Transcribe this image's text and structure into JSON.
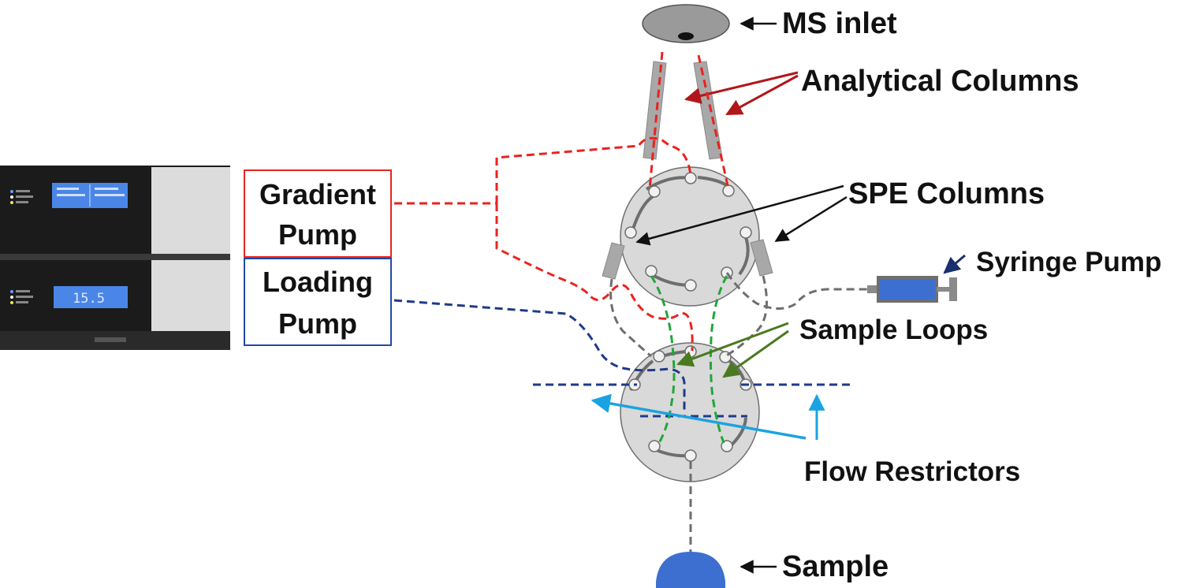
{
  "labels": {
    "ms_inlet": "MS inlet",
    "analytical_columns": "Analytical Columns",
    "spe_columns": "SPE Columns",
    "syringe_pump": "Syringe Pump",
    "sample_loops": "Sample Loops",
    "flow_restrictors": "Flow Restrictors",
    "sample": "Sample",
    "gradient_pump_line1": "Gradient",
    "gradient_pump_line2": "Pump",
    "loading_pump_line1": "Loading",
    "loading_pump_line2": "Pump"
  },
  "instrument": {
    "lower_display_value": "15.5"
  },
  "colors": {
    "gradient_line": "#e8231f",
    "loading_line": "#1f3a8a",
    "sample_loop_line": "#22a63a",
    "gray_line": "#6e6e6e",
    "analytical_arrow": "#b0171b",
    "sample_loop_arrow": "#4a7a1f",
    "flow_restrictor_arrow": "#1aa3e0",
    "syringe_arrow": "#1a2f6e",
    "valve_fill": "#d9d9d9",
    "sample_fill": "#3d6fd0",
    "syringe_body": "#3d6fd0",
    "gradient_box_border": "#e8231f",
    "loading_box_border": "#1f4aa8"
  },
  "icons": {
    "ms_inlet": "ms-inlet-disc",
    "sample": "sample-vial-dome",
    "syringe": "syringe-pump-icon",
    "instrument": "hplc-pump-stack-photo"
  }
}
